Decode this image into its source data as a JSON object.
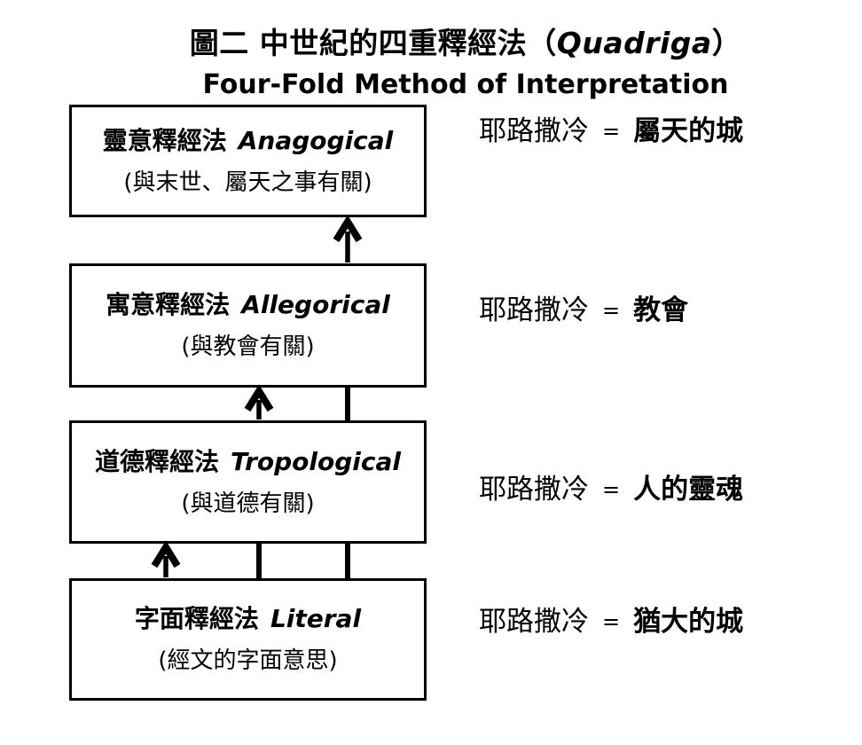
{
  "title": {
    "prefix": "圖二 中世紀的四重釋經法（",
    "italic": "Quadriga",
    "suffix": "）"
  },
  "subtitle": "Four-Fold Method of Interpretation",
  "boxes": [
    {
      "id": "anagogical",
      "zh": "靈意釋經法",
      "en": "Anagogical",
      "note": "(與末世、屬天之事有關)"
    },
    {
      "id": "allegorical",
      "zh": "寓意釋經法",
      "en": "Allegorical",
      "note": "(與教會有關)"
    },
    {
      "id": "tropological",
      "zh": "道德釋經法",
      "en": "Tropological",
      "note": "(與道德有關)"
    },
    {
      "id": "literal",
      "zh": "字面釋經法",
      "en": "Literal",
      "note": "(經文的字面意思)"
    }
  ],
  "equations": [
    {
      "subject": "耶路撒冷",
      "sign": "=",
      "meaning": "屬天的城"
    },
    {
      "subject": "耶路撒冷",
      "sign": "=",
      "meaning": "教會"
    },
    {
      "subject": "耶路撒冷",
      "sign": "=",
      "meaning": "人的靈魂"
    },
    {
      "subject": "耶路撒冷",
      "sign": "=",
      "meaning": "猶大的城"
    }
  ],
  "edges": [
    {
      "from": "字面釋經法 Literal",
      "to": "道德釋經法 Tropological"
    },
    {
      "from": "道德釋經法 Tropological",
      "to": "寓意釋經法 Allegorical"
    },
    {
      "from": "寓意釋經法 Allegorical",
      "to": "靈意釋經法 Anagogical"
    }
  ],
  "colors": {
    "foreground": "#000000",
    "background": "#ffffff"
  }
}
